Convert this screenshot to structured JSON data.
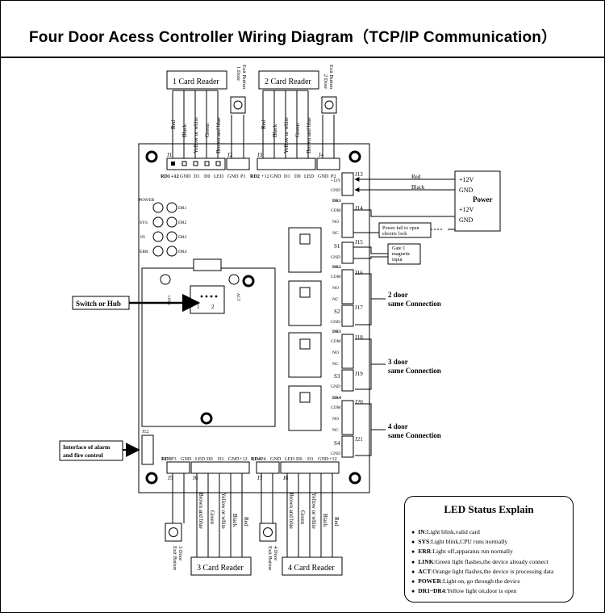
{
  "title": "Four  Door Acess Controller Wiring Diagram（TCP/IP  Communication）",
  "card_readers": {
    "r1": "1 Card Reader",
    "r2": "2 Card Reader",
    "r3": "3 Card Reader",
    "r4": "4 Card Reader"
  },
  "exit_buttons": {
    "b1": [
      "1 Door",
      "Exit Button"
    ],
    "b2": [
      "2 Door",
      "Exit Button"
    ],
    "b3": [
      "3 Door",
      "Exit Button"
    ],
    "b4": [
      "4 Door",
      "Exit Button"
    ]
  },
  "wire_colors": [
    "Red",
    "Black",
    "Yellow or white",
    "Green",
    "Brown and blue"
  ],
  "connectors": {
    "top_left": [
      "J1",
      "J2"
    ],
    "top_right": [
      "J3",
      "J4"
    ],
    "right": [
      "J13",
      "J14",
      "J15",
      "J16",
      "J17",
      "J18",
      "J19",
      "J20",
      "J21"
    ],
    "bottom": [
      "J5",
      "J6",
      "J7",
      "J8"
    ],
    "left": "J12"
  },
  "pin_labels": {
    "rd1": [
      "RD1",
      "+12",
      "GND",
      "D1",
      "D0",
      "LED",
      "GND",
      "P1"
    ],
    "rd2": [
      "RD2",
      "+12",
      "GND",
      "D1",
      "D0",
      "LED",
      "GND",
      "P2"
    ],
    "rd3": [
      "RD3",
      "P3",
      "GND",
      "LED",
      "D0",
      "D1",
      "GND",
      "+12"
    ],
    "rd4": [
      "RD4",
      "P4",
      "GND",
      "LED",
      "D0",
      "D1",
      "GND",
      "+12"
    ],
    "relay": [
      "COM",
      "NO",
      "NC"
    ],
    "power_in": [
      "+12V",
      "GND"
    ]
  },
  "status_leds": [
    "POWER",
    "SYS",
    "IN",
    "ERR",
    "DR1",
    "DR2",
    "DR3",
    "DR4"
  ],
  "door_labels": [
    "DR1",
    "DR2",
    "DR3",
    "DR4"
  ],
  "sensor_labels": [
    "S1",
    "S2",
    "S3",
    "S4"
  ],
  "power": {
    "label": "Power",
    "v12_top": "+12V",
    "gnd_top": "GND",
    "v12_bottom": "+12V",
    "gnd_bottom": "GND",
    "red": "Red",
    "black": "Black"
  },
  "notes": {
    "lock": "Power fail to open electric lock",
    "gate": "Gate 1 magnetic input",
    "switch": "Switch or Hub",
    "alarm": "Interface of alarm and fire control",
    "door2": "2 door same Connection",
    "door3": "3 door same Connection",
    "door4": "4 door same Connection"
  },
  "led_status": {
    "heading": "LED Status Explain",
    "items": [
      {
        "key": "IN",
        "text": ":Light blink,valid card"
      },
      {
        "key": "SYS",
        "text": ":Light blink,CPU runs normally"
      },
      {
        "key": "ERR",
        "text": ":Light off,apparatus run normally"
      },
      {
        "key": "LINK",
        "text": ":Green light flashes,the device already connect"
      },
      {
        "key": "ACT",
        "text": ":Orange light flashes,the device is processing data"
      },
      {
        "key": "POWER",
        "text": ":Light on, go through the device"
      },
      {
        "key": "DR1~DR4",
        "text": ":Yellow light on,door is open"
      }
    ]
  }
}
